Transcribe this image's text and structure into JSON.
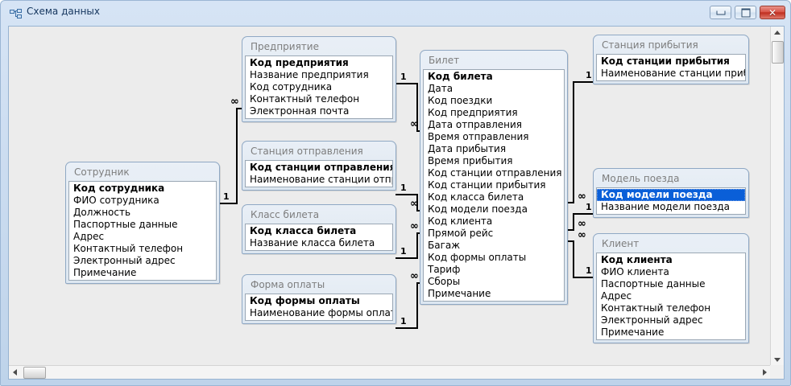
{
  "window": {
    "title": "Схема данных",
    "icon": "relationships-icon",
    "buttons": {
      "minimize": "minimize-icon",
      "maximize": "restore-icon",
      "close": "✕"
    }
  },
  "scrollbars": {
    "vertical": {
      "up": "scroll-up-arrow",
      "down": "scroll-down-arrow"
    },
    "horizontal": {
      "left": "scroll-left-arrow",
      "right": "scroll-right-arrow"
    }
  },
  "colors": {
    "selection": "#0a5fd8",
    "canvas": "#ececec",
    "table_border": "#8fa8c4",
    "title_text": "#7d7d7d",
    "frame": "#bed3ea"
  },
  "tables": [
    {
      "name": "Сотрудник",
      "fields": [
        {
          "label": "Код сотрудника",
          "pk": true
        },
        {
          "label": "ФИО сотрудника",
          "pk": false
        },
        {
          "label": "Должность",
          "pk": false
        },
        {
          "label": "Паспортные данные",
          "pk": false
        },
        {
          "label": "Адрес",
          "pk": false
        },
        {
          "label": "Контактный телефон",
          "pk": false
        },
        {
          "label": "Электронный адрес",
          "pk": false
        },
        {
          "label": "Примечание",
          "pk": false
        }
      ]
    },
    {
      "name": "Предприятие",
      "fields": [
        {
          "label": "Код предприятия",
          "pk": true
        },
        {
          "label": "Название предприятия",
          "pk": false
        },
        {
          "label": "Код сотрудника",
          "pk": false
        },
        {
          "label": "Контактный телефон",
          "pk": false
        },
        {
          "label": "Электронная почта",
          "pk": false
        }
      ]
    },
    {
      "name": "Станция отправления",
      "fields": [
        {
          "label": "Код станции отправления",
          "pk": true
        },
        {
          "label": "Наименование станции отправле",
          "pk": false
        }
      ]
    },
    {
      "name": "Класс билета",
      "fields": [
        {
          "label": "Код класса билета",
          "pk": true
        },
        {
          "label": "Название класса билета",
          "pk": false
        }
      ]
    },
    {
      "name": "Форма оплаты",
      "fields": [
        {
          "label": "Код формы оплаты",
          "pk": true
        },
        {
          "label": "Наименование формы оплаты",
          "pk": false
        }
      ]
    },
    {
      "name": "Билет",
      "fields": [
        {
          "label": "Код билета",
          "pk": true
        },
        {
          "label": "Дата",
          "pk": false
        },
        {
          "label": "Код поездки",
          "pk": false
        },
        {
          "label": "Код предприятия",
          "pk": false
        },
        {
          "label": "Дата отправления",
          "pk": false
        },
        {
          "label": "Время отправления",
          "pk": false
        },
        {
          "label": "Дата прибытия",
          "pk": false
        },
        {
          "label": "Время прибытия",
          "pk": false
        },
        {
          "label": "Код станции отправления",
          "pk": false
        },
        {
          "label": "Код станции прибытия",
          "pk": false
        },
        {
          "label": "Код класса билета",
          "pk": false
        },
        {
          "label": "Код модели поезда",
          "pk": false
        },
        {
          "label": "Код клиента",
          "pk": false
        },
        {
          "label": "Прямой рейс",
          "pk": false
        },
        {
          "label": "Багаж",
          "pk": false
        },
        {
          "label": "Код формы оплаты",
          "pk": false
        },
        {
          "label": "Тариф",
          "pk": false
        },
        {
          "label": "Сборы",
          "pk": false
        },
        {
          "label": "Примечание",
          "pk": false
        }
      ]
    },
    {
      "name": "Станция прибытия",
      "fields": [
        {
          "label": "Код станции прибытия",
          "pk": true
        },
        {
          "label": "Наименование станции прибытия",
          "pk": false
        }
      ]
    },
    {
      "name": "Модель поезда",
      "fields": [
        {
          "label": "Код модели поезда",
          "pk": true,
          "selected": true
        },
        {
          "label": "Название модели поезда",
          "pk": false
        }
      ]
    },
    {
      "name": "Клиент",
      "fields": [
        {
          "label": "Код клиента",
          "pk": true
        },
        {
          "label": "ФИО клиента",
          "pk": false
        },
        {
          "label": "Паспортные данные",
          "pk": false
        },
        {
          "label": "Адрес",
          "pk": false
        },
        {
          "label": "Контактный телефон",
          "pk": false
        },
        {
          "label": "Электронный адрес",
          "pk": false
        },
        {
          "label": "Примечание",
          "pk": false
        }
      ]
    }
  ],
  "relationships": [
    {
      "from": "Сотрудник",
      "to": "Предприятие",
      "from_card": "1",
      "to_card": "∞"
    },
    {
      "from": "Предприятие",
      "to": "Билет",
      "from_card": "1",
      "to_card": "∞"
    },
    {
      "from": "Станция отправления",
      "to": "Билет",
      "from_card": "1",
      "to_card": "∞"
    },
    {
      "from": "Класс билета",
      "to": "Билет",
      "from_card": "1",
      "to_card": "∞"
    },
    {
      "from": "Форма оплаты",
      "to": "Билет",
      "from_card": "1",
      "to_card": "∞"
    },
    {
      "from": "Станция прибытия",
      "to": "Билет",
      "from_card": "1",
      "to_card": "∞"
    },
    {
      "from": "Модель поезда",
      "to": "Билет",
      "from_card": "1",
      "to_card": "∞"
    },
    {
      "from": "Клиент",
      "to": "Билет",
      "from_card": "1",
      "to_card": "∞"
    }
  ],
  "cardinality_labels": {
    "r1_one": "1",
    "r1_many": "∞",
    "r2_one": "1",
    "r2_many": "∞",
    "r3_one": "1",
    "r3_many": "∞",
    "r4_one": "1",
    "r4_many": "∞",
    "r5_one": "1",
    "r5_many": "∞",
    "r6_one": "1",
    "r6_many": "∞",
    "r7_one": "1",
    "r7_many": "∞",
    "r8_one": "1",
    "r8_many": "∞"
  }
}
